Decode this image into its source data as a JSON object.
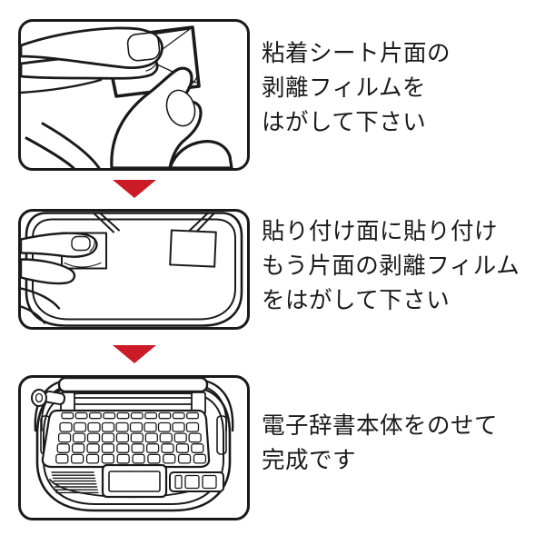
{
  "theme": {
    "background": "#ffffff",
    "line_color": "#1a1a1a",
    "arrow_red": "#cb1b27",
    "text_color": "#1a1a1a"
  },
  "steps": [
    {
      "illustration": "peel-film-from-adhesive-sheet",
      "caption_lines": [
        "粘着シート片面の",
        "剥離フィルムを",
        "はがして下さい"
      ]
    },
    {
      "illustration": "press-adhesive-sheets-into-case",
      "caption_lines": [
        "貼り付け面に貼り付け",
        "もう片面の剥離フィルム",
        "をはがして下さい"
      ]
    },
    {
      "illustration": "electronic-dictionary-placed-in-case",
      "caption_lines": [
        "電子辞書本体をのせて",
        "完成です"
      ]
    }
  ],
  "arrows": [
    {
      "direction": "down"
    },
    {
      "direction": "down"
    }
  ]
}
